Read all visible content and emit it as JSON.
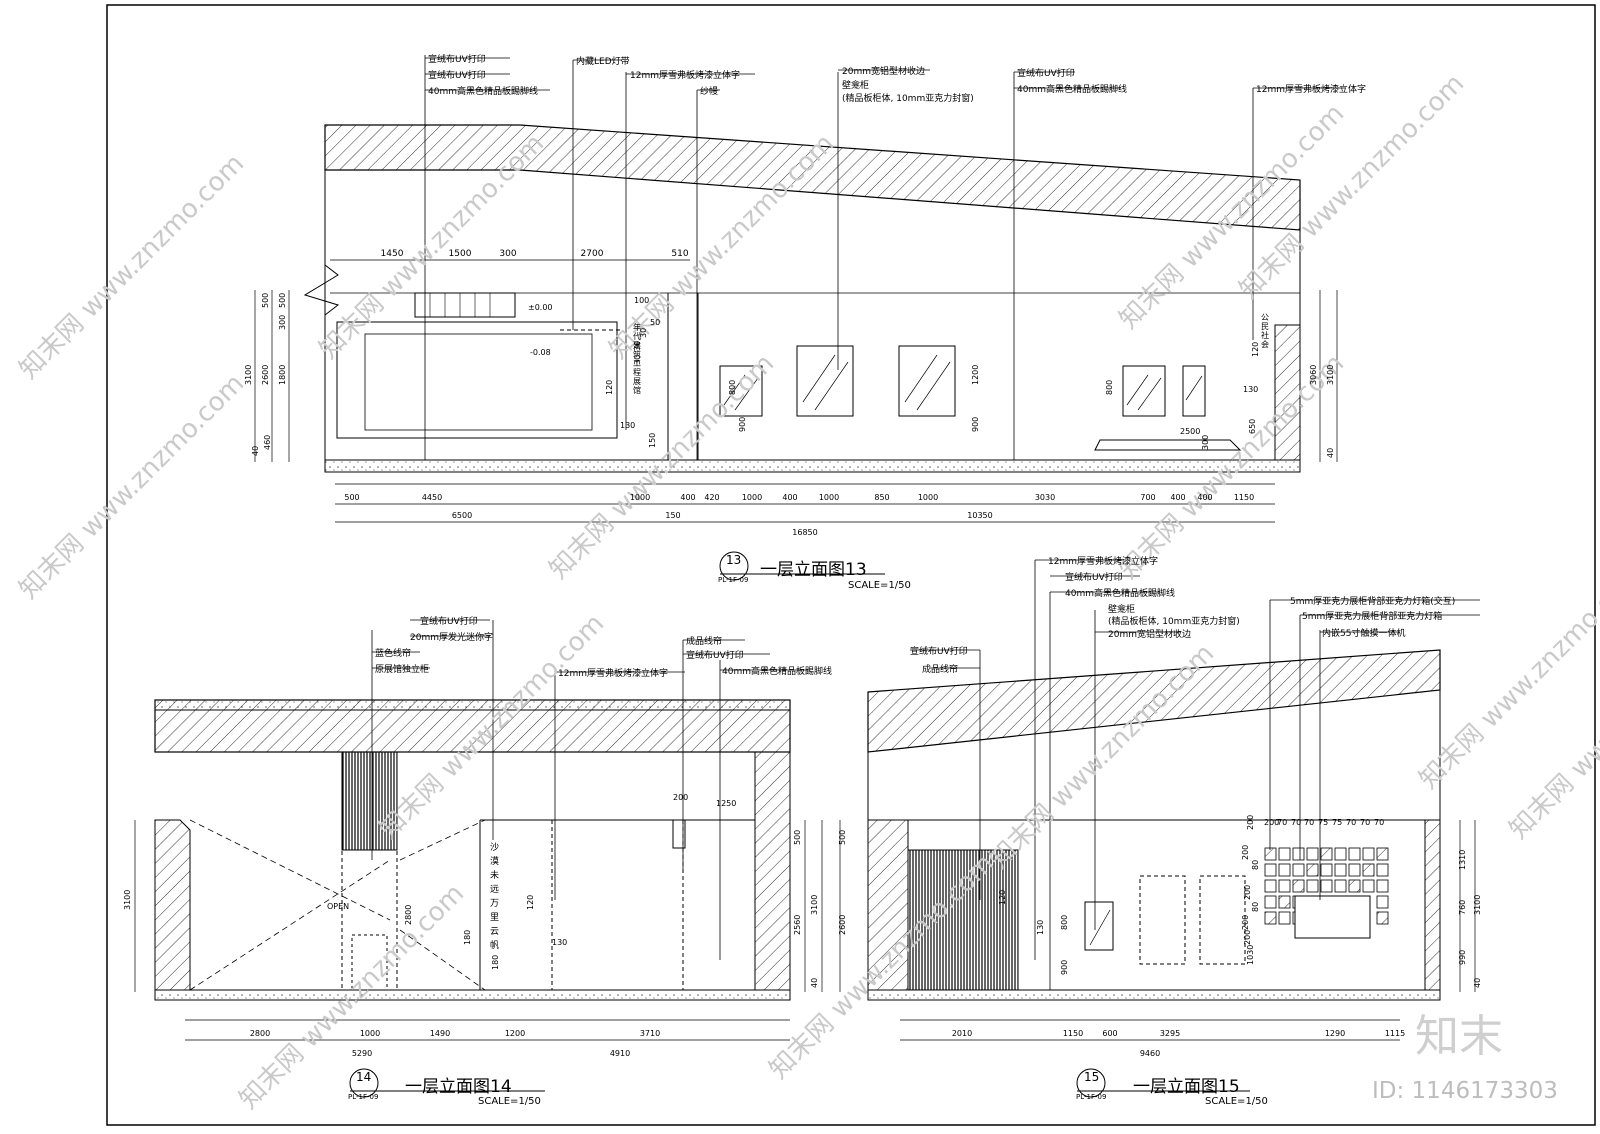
{
  "watermark": {
    "text": "知末网 www.znzmo.com",
    "brand": "知末",
    "id": "ID: 1146173303"
  },
  "e13": {
    "title": "一层立面图13",
    "num": "13",
    "ref": "PL-1F-09",
    "scale": "SCALE=1/50",
    "notes": [
      "宣绒布UV打印",
      "宣绒布UV打印",
      "40mm高黑色精品板踢脚线",
      "内藏LED灯带",
      "12mm厚雪弗板烤漆立体字",
      "纱幔",
      "20mm宽铝型材收边",
      "壁龛柜",
      "(精品板柜体, 10mm亚克力封窗)",
      "宣绒布UV打印",
      "40mm高黑色精品板踢脚线",
      "12mm厚雪弗板烤漆立体字"
    ],
    "top_dims": [
      "1450",
      "1500",
      "300",
      "2700",
      "510"
    ],
    "left_dims": [
      "500",
      "500",
      "300",
      "1800",
      "2600",
      "3100",
      "460",
      "40"
    ],
    "right_dims": [
      "3060",
      "3100",
      "40"
    ],
    "inner": [
      "±0.00",
      "-0.08",
      "100",
      "50",
      "120",
      "130",
      "150",
      "800",
      "900",
      "1200",
      "900",
      "800",
      "2500",
      "650",
      "300",
      "120",
      "130",
      "30",
      "30",
      "30"
    ],
    "wall_text_1": "年代建筑工程展馆",
    "wall_text_2": "公民社会",
    "bottom1": [
      "500",
      "4450",
      "1000",
      "400",
      "420",
      "1000",
      "400",
      "1000",
      "850",
      "1000",
      "3030",
      "700",
      "400",
      "400",
      "1150"
    ],
    "bottom2": [
      "6500",
      "150",
      "10350"
    ],
    "bottom3": [
      "16850"
    ]
  },
  "e14": {
    "title": "一层立面图14",
    "num": "14",
    "ref": "PL-1F-09",
    "scale": "SCALE=1/50",
    "notes": [
      "宣绒布UV打印",
      "20mm厚发光迷你字",
      "蓝色线帘",
      "原展馆独立柜",
      "12mm厚雪弗板烤漆立体字",
      "成品线帘",
      "宣绒布UV打印",
      "40mm高黑色精品板踢脚线"
    ],
    "vert_text": "沙漠未远万里云帆",
    "open": "OPEN",
    "dims": [
      "3100",
      "2800",
      "120",
      "180",
      "180",
      "130",
      "200",
      "1250",
      "500",
      "2560",
      "3100",
      "40"
    ],
    "bottom1": [
      "2800",
      "1000",
      "1490",
      "1200",
      "3710"
    ],
    "bottom2": [
      "5290",
      "4910"
    ]
  },
  "e15": {
    "title": "一层立面图15",
    "num": "15",
    "ref": "PL-1F-09",
    "scale": "SCALE=1/50",
    "notes": [
      "12mm厚雪弗板烤漆立体字",
      "宣绒布UV打印",
      "40mm高黑色精品板踢脚线",
      "壁龛柜",
      "(精品板柜体, 10mm亚克力封窗)",
      "20mm宽铝型材收边",
      "宣绒布UV打印",
      "成品线帘",
      "5mm厚亚克力展柜背部亚克力灯箱(交互)",
      "5mm厚亚克力展柜背部亚克力灯箱",
      "内嵌55寸触摸一体机"
    ],
    "dims": [
      "500",
      "2600",
      "120",
      "130",
      "800",
      "900",
      "1030",
      "200",
      "200",
      "70",
      "70",
      "70",
      "75",
      "75",
      "70",
      "70",
      "70",
      "200",
      "200",
      "80",
      "80",
      "200",
      "200",
      "1310",
      "760",
      "990",
      "3100",
      "40"
    ],
    "bottom1": [
      "2010",
      "1150",
      "600",
      "3295",
      "1290",
      "1115"
    ],
    "bottom2": [
      "9460"
    ]
  }
}
